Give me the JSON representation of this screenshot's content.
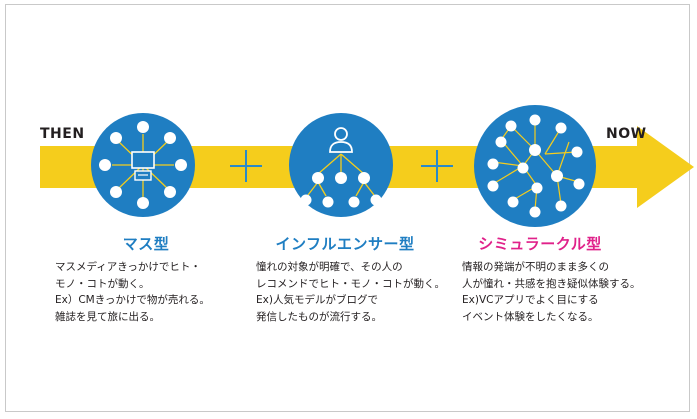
{
  "labels": {
    "then": "THEN",
    "now": "NOW"
  },
  "columns": [
    {
      "title": "マス型",
      "title_color": "#1f7ec2",
      "desc": "マスメディアきっかけでヒト・\nモノ・コトが動く。\nEx）CMきっかけで物が売れる。\n雑誌を見て旅に出る。"
    },
    {
      "title": "インフルエンサー型",
      "title_color": "#1f7ec2",
      "desc": "憧れの対象が明確で、その人の\nレコメンドでヒト・モノ・コトが動く。\nEx)人気モデルがブログで\n発信したものが流行する。"
    },
    {
      "title": "シミュラークル型",
      "title_color": "#e0218a",
      "desc": "情報の発端が不明のまま多くの\n人が憧れ・共感を抱き疑似体験する。\nEx)VCアプリでよく目にする\nイベント体験をしたくなる。"
    }
  ],
  "colors": {
    "arrow": "#f5cd1c",
    "circle": "#1f7ec2",
    "node": "#ffffff",
    "link": "#f5cd1c",
    "plus": "#2a8ac9"
  },
  "icons": [
    "device-icon",
    "person-icon",
    "network-icon"
  ]
}
